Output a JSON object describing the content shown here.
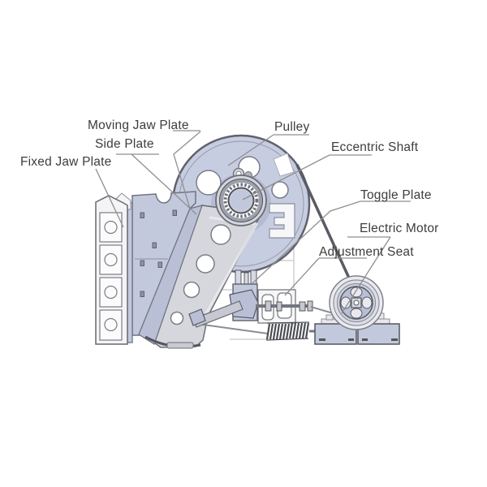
{
  "labels": [
    {
      "id": "moving-jaw-plate",
      "text": "Moving Jaw Plate"
    },
    {
      "id": "side-plate",
      "text": "Side Plate"
    },
    {
      "id": "fixed-jaw-plate",
      "text": "Fixed Jaw Plate"
    },
    {
      "id": "pulley",
      "text": "Pulley"
    },
    {
      "id": "eccentric-shaft",
      "text": "Eccentric Shaft"
    },
    {
      "id": "toggle-plate",
      "text": "Toggle Plate"
    },
    {
      "id": "electric-motor",
      "text": "Electric Motor"
    },
    {
      "id": "adjustment-seat",
      "text": "Adjustment Seat"
    }
  ],
  "colors": {
    "part_fill": "#c7cde0",
    "part_fill_dark": "#b9c0d6",
    "metal_gray": "#d6d7dd",
    "outline": "#63656f",
    "leader_line": "#8f8f8f",
    "text": "#3d3d3d",
    "background": "#ffffff"
  }
}
